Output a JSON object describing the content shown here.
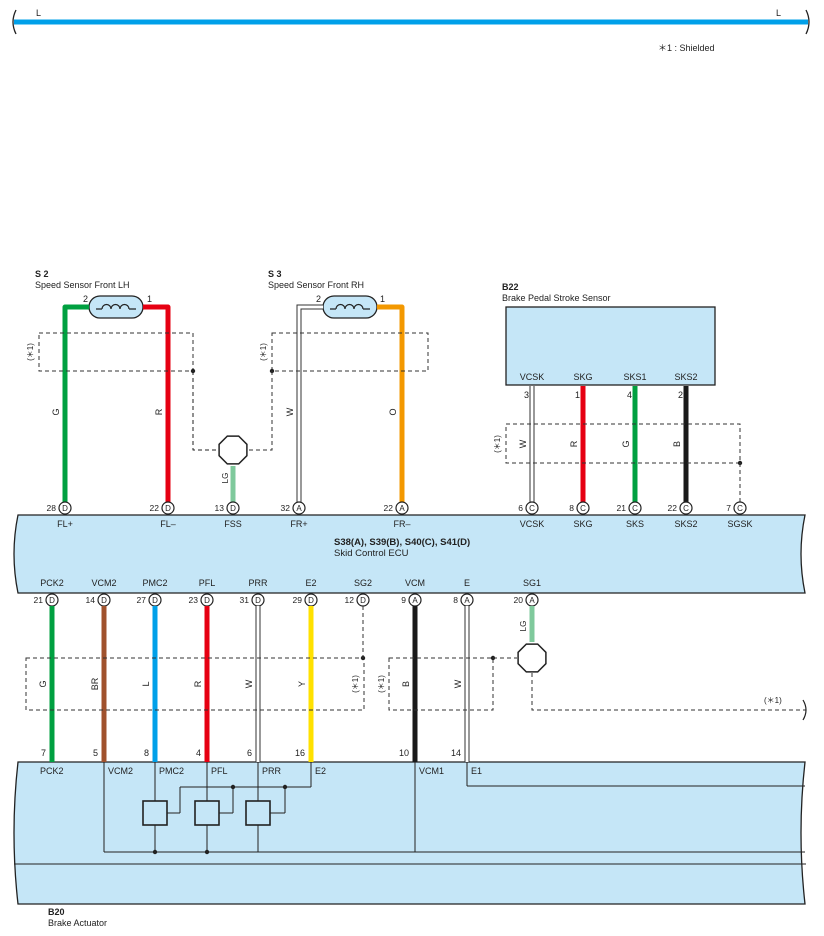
{
  "top_bus": {
    "left_label": "L",
    "right_label": "L",
    "color": "#00a0e9"
  },
  "note": "＊1 : Shielded",
  "shield_label": "(＊1)",
  "s2": {
    "code": "S 2",
    "name": "Speed Sensor Front LH",
    "pin_left": "2",
    "pin_right": "1"
  },
  "s3": {
    "code": "S 3",
    "name": "Speed Sensor Front RH",
    "pin_left": "2",
    "pin_right": "1"
  },
  "b22": {
    "code": "B22",
    "name": "Brake Pedal Stroke Sensor",
    "terminals": [
      "VCSK",
      "SKG",
      "SKS1",
      "SKS2"
    ],
    "pins": [
      "3",
      "1",
      "4",
      "2"
    ]
  },
  "ecu": {
    "title": "S38(A), S39(B), S40(C), S41(D)",
    "name": "Skid Control ECU"
  },
  "actuator": {
    "code": "B20",
    "name": "Brake Actuator"
  },
  "wires_top": [
    {
      "color_code": "G",
      "color": "#00a040",
      "ecu_pin": "28",
      "conn": "D",
      "terminal": "FL+"
    },
    {
      "color_code": "R",
      "color": "#e60012",
      "ecu_pin": "22",
      "conn": "D",
      "terminal": "FL–"
    },
    {
      "color_code": "LG",
      "color": "#7fc99c",
      "ecu_pin": "13",
      "conn": "D",
      "terminal": "FSS"
    },
    {
      "color_code": "W",
      "color": "#ffffff",
      "ecu_pin": "32",
      "conn": "A",
      "terminal": "FR+"
    },
    {
      "color_code": "O",
      "color": "#f39800",
      "ecu_pin": "22",
      "conn": "A",
      "terminal": "FR–"
    },
    {
      "color_code": "W",
      "color": "#ffffff",
      "ecu_pin": "6",
      "conn": "C",
      "terminal": "VCSK"
    },
    {
      "color_code": "R",
      "color": "#e60012",
      "ecu_pin": "8",
      "conn": "C",
      "terminal": "SKG"
    },
    {
      "color_code": "G",
      "color": "#00a040",
      "ecu_pin": "21",
      "conn": "C",
      "terminal": "SKS"
    },
    {
      "color_code": "B",
      "color": "#1a1a1a",
      "ecu_pin": "22",
      "conn": "C",
      "terminal": "SKS2"
    },
    {
      "color_code": "",
      "color": "",
      "ecu_pin": "7",
      "conn": "C",
      "terminal": "SGSK"
    }
  ],
  "wires_bottom": [
    {
      "color_code": "G",
      "color": "#00a040",
      "ecu_pin": "21",
      "conn": "D",
      "terminal": "PCK2",
      "act_pin": "7",
      "act_terminal": "PCK2"
    },
    {
      "color_code": "BR",
      "color": "#a0522d",
      "ecu_pin": "14",
      "conn": "D",
      "terminal": "VCM2",
      "act_pin": "5",
      "act_terminal": "VCM2"
    },
    {
      "color_code": "L",
      "color": "#00a0e9",
      "ecu_pin": "27",
      "conn": "D",
      "terminal": "PMC2",
      "act_pin": "8",
      "act_terminal": "PMC2"
    },
    {
      "color_code": "R",
      "color": "#e60012",
      "ecu_pin": "23",
      "conn": "D",
      "terminal": "PFL",
      "act_pin": "4",
      "act_terminal": "PFL"
    },
    {
      "color_code": "W",
      "color": "#ffffff",
      "ecu_pin": "31",
      "conn": "D",
      "terminal": "PRR",
      "act_pin": "6",
      "act_terminal": "PRR"
    },
    {
      "color_code": "Y",
      "color": "#ffe100",
      "ecu_pin": "29",
      "conn": "D",
      "terminal": "E2",
      "act_pin": "16",
      "act_terminal": "E2"
    },
    {
      "color_code": "",
      "color": "",
      "ecu_pin": "12",
      "conn": "D",
      "terminal": "SG2",
      "act_pin": "",
      "act_terminal": ""
    },
    {
      "color_code": "B",
      "color": "#1a1a1a",
      "ecu_pin": "9",
      "conn": "A",
      "terminal": "VCM",
      "act_pin": "10",
      "act_terminal": "VCM1"
    },
    {
      "color_code": "W",
      "color": "#ffffff",
      "ecu_pin": "8",
      "conn": "A",
      "terminal": "E",
      "act_pin": "14",
      "act_terminal": "E1"
    },
    {
      "color_code": "LG",
      "color": "#7fc99c",
      "ecu_pin": "20",
      "conn": "A",
      "terminal": "SG1",
      "act_pin": "",
      "act_terminal": ""
    }
  ]
}
